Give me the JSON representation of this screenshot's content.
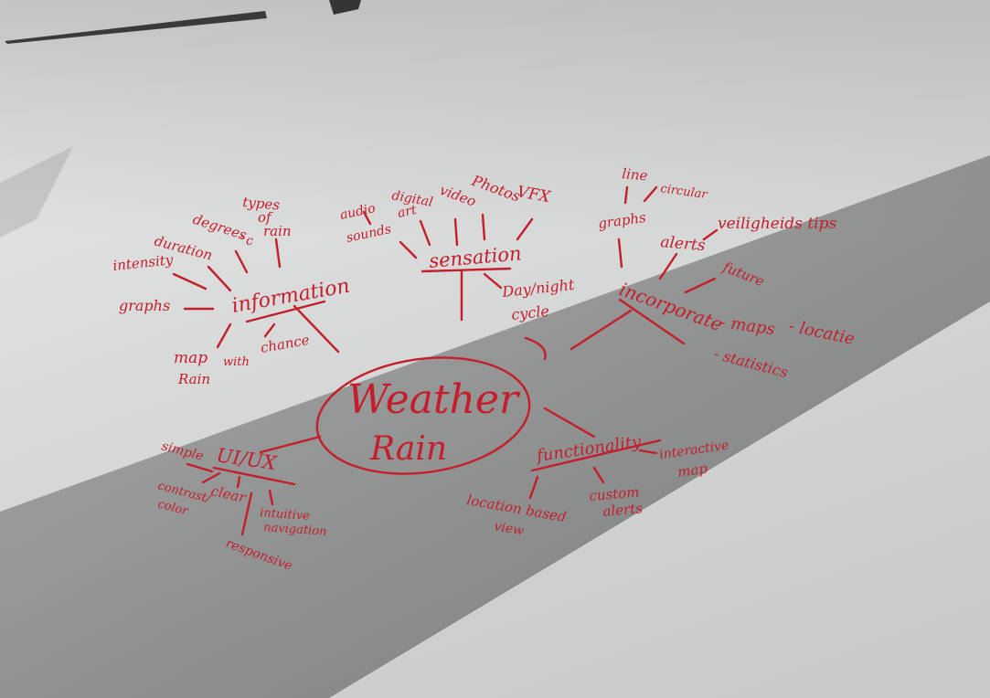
{
  "center": {
    "line1": "Weather",
    "line2": "Rain"
  },
  "information": {
    "title": "information",
    "leaves": [
      "types",
      "of",
      "rain",
      "degrees",
      "°c",
      "duration",
      "intensity",
      "graphs",
      "map",
      "with",
      "Rain",
      "chance"
    ]
  },
  "sensation": {
    "title": "sensation",
    "leaves": [
      "audio",
      "sounds",
      "digital",
      "art",
      "video",
      "Photos",
      "VFX",
      "Day/night",
      "cycle"
    ]
  },
  "incorporate": {
    "title": "incorporate",
    "leaves": [
      "line",
      "circular",
      "graphs",
      "alerts",
      "veiligheids tips",
      "future",
      "- maps",
      "- locatie",
      "- statistics"
    ]
  },
  "uiux": {
    "title": "UI/UX",
    "leaves": [
      "simple",
      "clear",
      "contrast/",
      "color",
      "intuitive",
      "navigation",
      "responsive"
    ]
  },
  "functionality": {
    "title": "functionality",
    "leaves": [
      "location based",
      "view",
      "custom",
      "alerts",
      "interactive",
      "map"
    ]
  },
  "colors": {
    "ink": "#c41d2c",
    "board": "#dcdddd",
    "shadow": "#8f9090"
  }
}
